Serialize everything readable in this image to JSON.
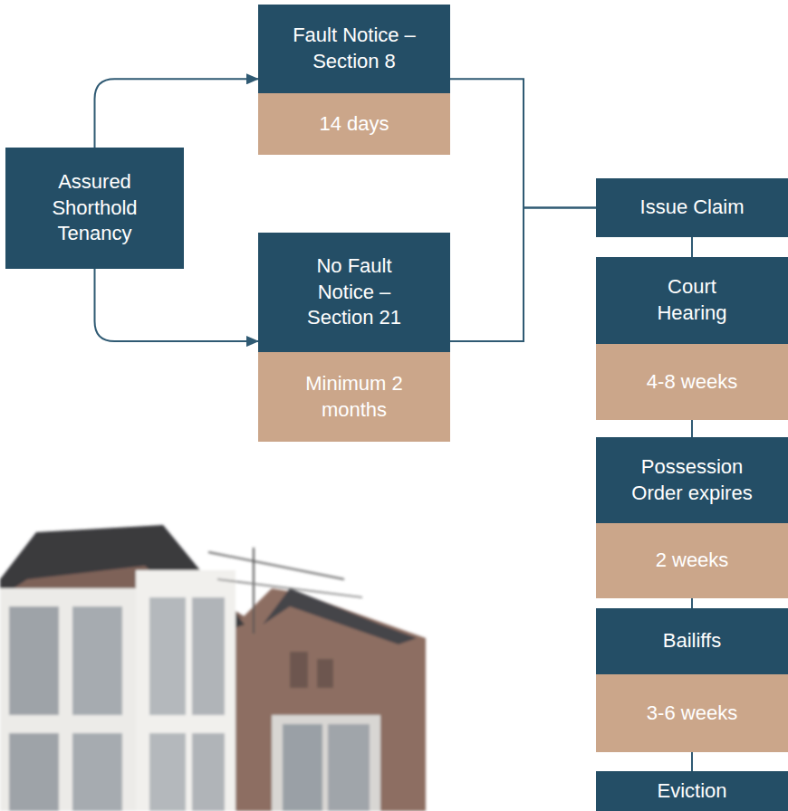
{
  "diagram": {
    "nodes": [
      {
        "text": [
          "Assured Shorthold Tenancy"
        ]
      },
      {
        "text": [
          "Fault Notice – Section 8",
          "14 days"
        ]
      },
      {
        "text": [
          "No Fault Notice – Section 21",
          "Minimum 2 months"
        ]
      },
      {
        "text": [
          "Issue Claim"
        ]
      },
      {
        "text": [
          "Court Hearing",
          "4-8 weeks"
        ]
      },
      {
        "text": [
          "Possession Order expires",
          "2 weeks"
        ]
      },
      {
        "text": [
          "Bailiffs",
          "3-6 weeks"
        ]
      },
      {
        "text": [
          "Eviction"
        ]
      }
    ],
    "edges": [
      {
        "from": 0,
        "to": 1,
        "arrow": "to"
      },
      {
        "from": 0,
        "to": 2,
        "arrow": "to"
      },
      {
        "from": 1,
        "to": 3,
        "arrow": "none"
      },
      {
        "from": 2,
        "to": 3,
        "arrow": "none"
      },
      {
        "from": 3,
        "to": 4,
        "arrow": "none"
      },
      {
        "from": 4,
        "to": 5,
        "arrow": "none"
      },
      {
        "from": 5,
        "to": 6,
        "arrow": "none"
      },
      {
        "from": 6,
        "to": 7,
        "arrow": "none"
      }
    ]
  }
}
